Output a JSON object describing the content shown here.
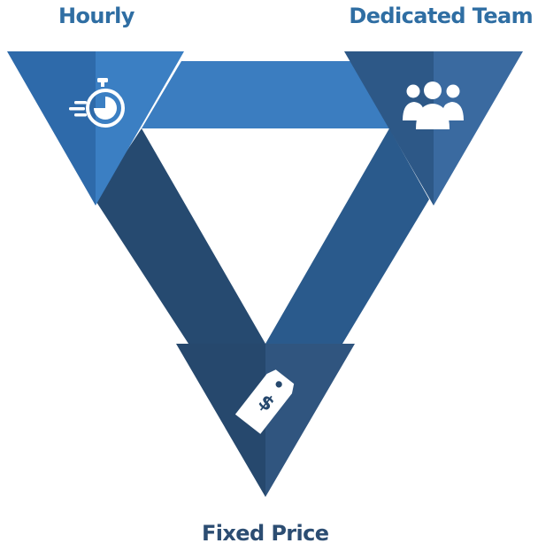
{
  "labels": {
    "hourly": "Hourly",
    "dedicated_team": "Dedicated Team",
    "fixed_price": "Fixed Price"
  },
  "nodes": [
    {
      "id": "hourly",
      "icon": "stopwatch-icon"
    },
    {
      "id": "dedicated_team",
      "icon": "team-people-icon"
    },
    {
      "id": "fixed_price",
      "icon": "price-tag-icon"
    }
  ],
  "colors": {
    "label_text": "#2f6ea3",
    "label_text_bottom": "#2c4d72",
    "hourly_light": "#3b7fc3",
    "hourly_dark": "#2e6aaa",
    "top_band": "#3b7dc0",
    "dedicated_light": "#3a6aa0",
    "dedicated_dark": "#2d5887",
    "left_band": "#264a70",
    "right_band": "#2a5a8c",
    "fixed_light": "#30557f",
    "fixed_dark": "#26486d",
    "icon": "#ffffff"
  }
}
